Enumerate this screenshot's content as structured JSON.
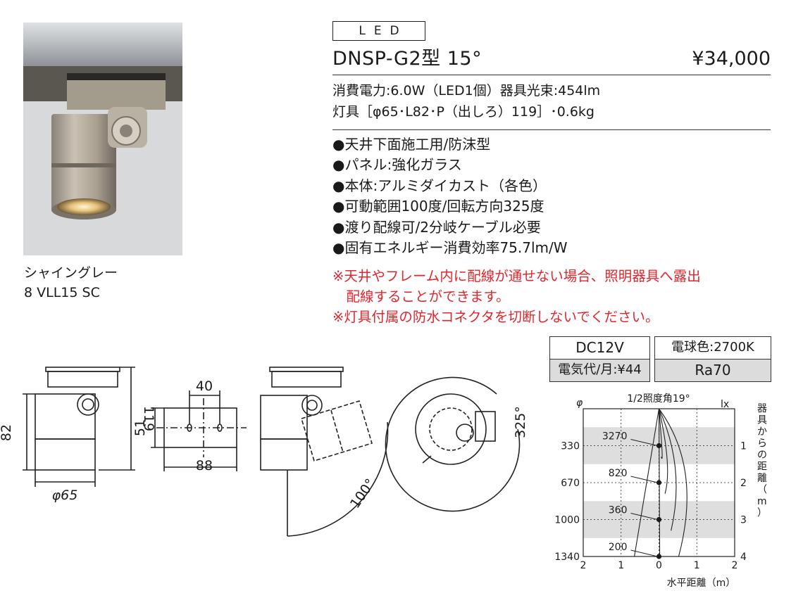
{
  "product": {
    "variant_color": "シャイングレー",
    "variant_code": "8 VLL15 SC",
    "category": "LED",
    "model": "DNSP-G2型 15°",
    "price": "¥34,000"
  },
  "specs": [
    "消費電力:6.0W（LED1個）器具光束:454lm",
    "灯具［φ65･L82･P（出しろ）119］･0.6kg"
  ],
  "features": [
    "●天井下面施工用/防沫型",
    "●パネル:強化ガラス",
    "●本体:アルミダイカスト（各色）",
    "●可動範囲100度/回転方向325度",
    "●渡り配線可/2分岐ケーブル必要",
    "●固有エネルギー消費効率75.7lm/W"
  ],
  "notes": [
    "※天井やフレーム内に配線が通せない場合、照明器具へ露出",
    "　配線することができます。",
    "※灯具付属の防水コネクタを切断しないでください。"
  ],
  "electrical": {
    "voltage": "DC12V",
    "color_temp": "電球色:2700K",
    "monthly_cost": "電気代/月:¥44",
    "cri": "Ra70"
  },
  "dimensions": {
    "height_total": "119",
    "height_body": "82",
    "diameter": "φ65",
    "mount_pitch": "40",
    "mount_width": "88",
    "mount_height": "51",
    "tilt_angle": "100°",
    "rotation_angle": "325°"
  },
  "chart_data": {
    "type": "line",
    "title": "1/2照度角19°",
    "left_header": "φ",
    "unit_label": "lx",
    "right_label": "器具からの距離（m）",
    "xlabel": "水平距離（m）",
    "x_ticks": [
      "2",
      "1",
      "0",
      "1",
      "2"
    ],
    "xlim": [
      -2,
      2
    ],
    "distance_ticks": [
      "1",
      "2",
      "3",
      "4"
    ],
    "beam_diameters": [
      "330",
      "670",
      "1000",
      "1340"
    ],
    "points": [
      {
        "distance_m": 1,
        "lux": "3270"
      },
      {
        "distance_m": 2,
        "lux": "820"
      },
      {
        "distance_m": 3,
        "lux": "360"
      },
      {
        "distance_m": 4,
        "lux": "200"
      }
    ],
    "grid": true
  }
}
